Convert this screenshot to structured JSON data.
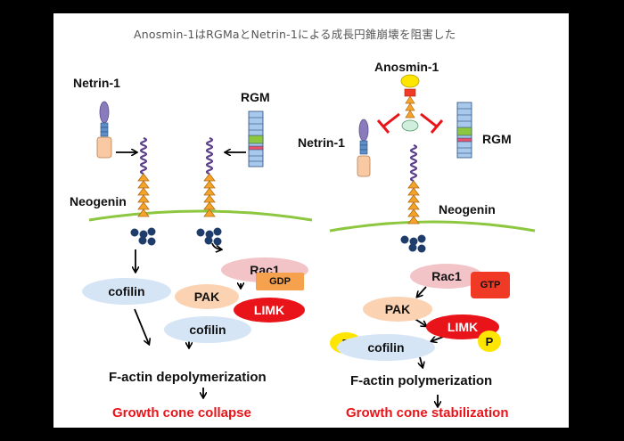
{
  "title": "Anosmin-1はRGMaとNetrin-1による成長円錐崩壊を阻害した",
  "left_panel": {
    "netrin_label": "Netrin-1",
    "rgm_label": "RGM",
    "neogenin_label": "Neogenin",
    "rac1": "Rac1",
    "gdp": "GDP",
    "cofilin_1": "cofilin",
    "pak": "PAK",
    "limk": "LIMK",
    "cofilin_2": "cofilin",
    "process": "F-actin depolymerization",
    "outcome": "Growth cone collapse"
  },
  "right_panel": {
    "anosmin_label": "Anosmin-1",
    "netrin_label": "Netrin-1",
    "rgm_label": "RGM",
    "neogenin_label": "Neogenin",
    "rac1": "Rac1",
    "gtp": "GTP",
    "pak": "PAK",
    "limk": "LIMK",
    "phospho": "P",
    "cofilin": "cofilin",
    "process": "F-actin polymerization",
    "outcome": "Growth cone stabilization"
  },
  "colors": {
    "background": "#000000",
    "slide": "#ffffff",
    "outcome_text": "#e8141a",
    "membrane": "#8dc63f",
    "rac1": "#f2c4c8",
    "pak": "#fbd3b2",
    "limk": "#e8141a",
    "cofilin": "#d5e5f6",
    "phospho": "#ffe600",
    "gdp": "#f6a14e",
    "gtp": "#f03a26"
  }
}
